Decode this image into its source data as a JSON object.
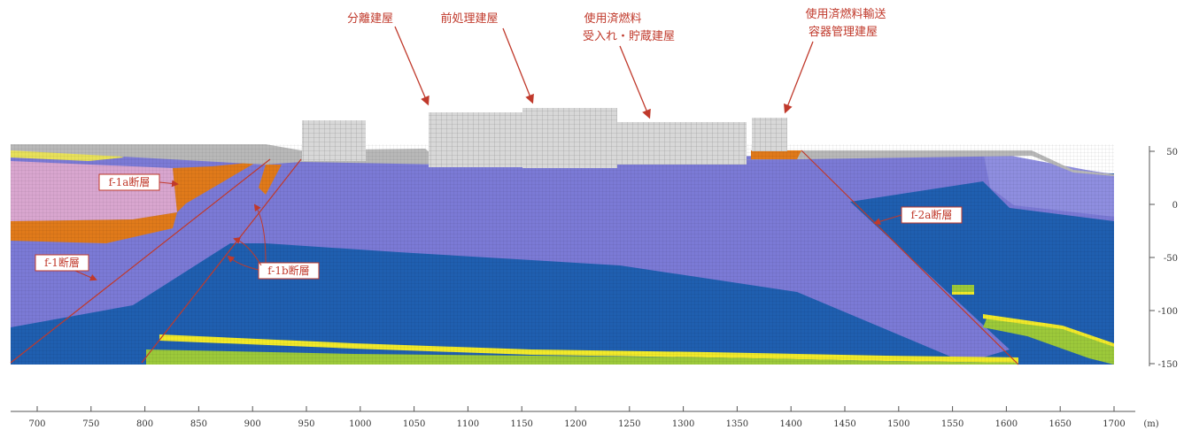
{
  "buildings": [
    {
      "lines": [
        "分離建屋"
      ]
    },
    {
      "lines": [
        "前処理建屋"
      ]
    },
    {
      "lines": [
        "使用済燃料",
        "受入れ・貯蔵建屋"
      ]
    },
    {
      "lines": [
        "使用済燃料輸送",
        "容器管理建屋"
      ]
    }
  ],
  "faults": [
    {
      "label": "f-1a断層"
    },
    {
      "label": "f-1断層"
    },
    {
      "label": "f-1b断層"
    },
    {
      "label": "f-2a断層"
    }
  ],
  "x_axis": {
    "ticks": [
      "700",
      "750",
      "800",
      "850",
      "900",
      "950",
      "1000",
      "1050",
      "1100",
      "1150",
      "1200",
      "1250",
      "1300",
      "1350",
      "1400",
      "1450",
      "1500",
      "1550",
      "1600",
      "1650",
      "1700"
    ],
    "unit": "(m)"
  },
  "y_axis": {
    "ticks": [
      "50",
      "0",
      "-50",
      "-100",
      "-150"
    ]
  },
  "colors": {
    "dark_blue": "#1f5fb0",
    "mid_purple": "#7b7ad6",
    "light_purple": "#8f8ee0",
    "pink": "#d9a6cf",
    "orange": "#e07a1a",
    "yellow": "#f2ea2a",
    "green": "#9cc93a",
    "building": "#d8d8d8",
    "fault_red": "#c0392b"
  }
}
